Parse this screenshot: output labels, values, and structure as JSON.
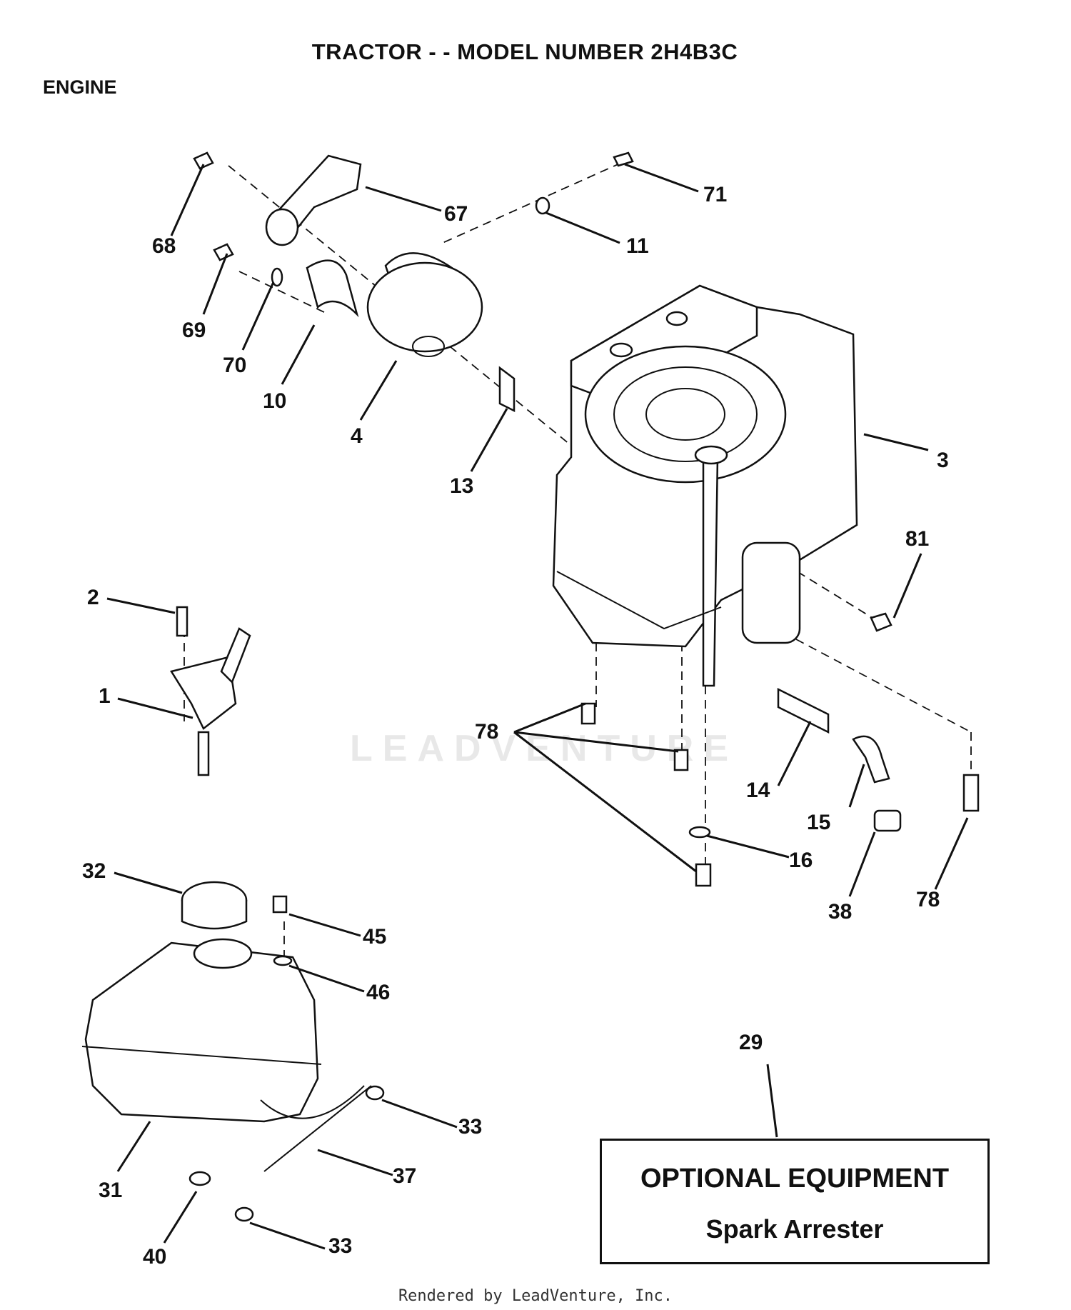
{
  "header": {
    "title": "TRACTOR - - MODEL NUMBER 2H4B3C",
    "section": "ENGINE"
  },
  "callouts": [
    "68",
    "67",
    "71",
    "11",
    "69",
    "70",
    "10",
    "4",
    "13",
    "3",
    "81",
    "2",
    "1",
    "78",
    "78",
    "14",
    "15",
    "16",
    "38",
    "78",
    "32",
    "45",
    "46",
    "29",
    "33",
    "37",
    "31",
    "40",
    "33"
  ],
  "optional_equipment": {
    "heading": "OPTIONAL EQUIPMENT",
    "item": "Spark Arrester"
  },
  "footer": "Rendered by LeadVenture, Inc.",
  "watermark": "LEADVENTURE"
}
